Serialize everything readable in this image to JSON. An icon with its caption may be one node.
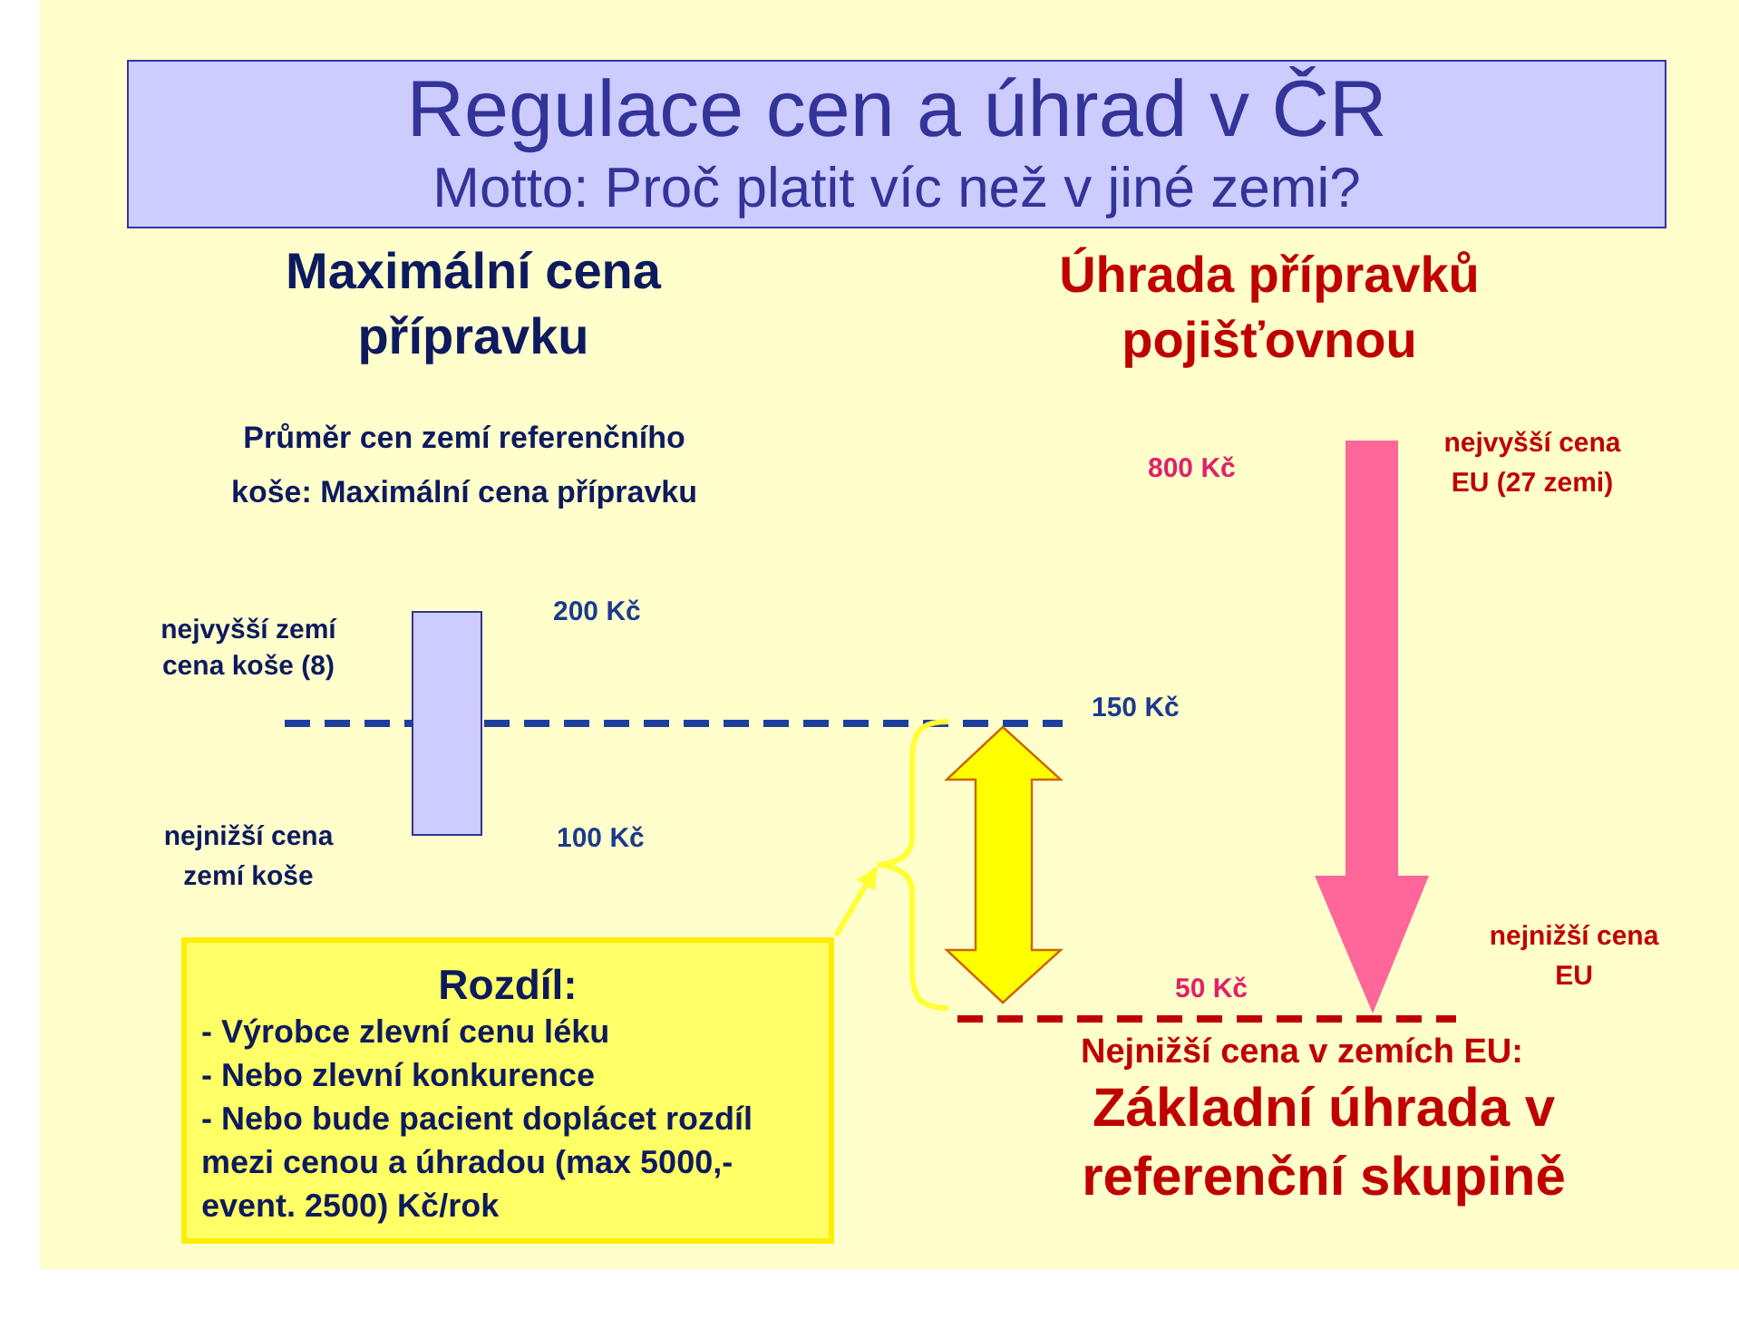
{
  "diagram": {
    "title": "Regulace cen a úhrad v ČR",
    "nodes": [
      {
        "text": [],
        "shape": "bar"
      },
      {
        "text": [],
        "shape": "brace"
      },
      {
        "text": [
          "Rozdíl:",
          "- Výrobce zlevní cenu léku",
          "- Nebo zlevní konkurence",
          "- Nebo bude pacient doplácet rozdíl mezi cenou a úhradou (max 5000,- event. 2500) Kč/rok"
        ]
      }
    ],
    "edges": [
      {
        "from": 2,
        "to": 1,
        "arrow": "to"
      }
    ],
    "labels": [
      "Motto: Proč platit víc než v jiné zemi?",
      "Maximální cena přípravku",
      "Úhrada přípravků pojišťovnou",
      "Průměr cen zemí referenčního koše: Maximální cena přípravku",
      "800 Kč",
      "nejvyšší cena EU (27 zemi)",
      "nejvyšší zemí cena koše (8)",
      "200 Kč",
      "150 Kč",
      "nejnižší cena zemí koše",
      "100 Kč",
      "nejnižší cena EU",
      "50 Kč",
      "Nejnižší cena v zemích EU:",
      "Základní úhrada v referenční skupině"
    ]
  }
}
